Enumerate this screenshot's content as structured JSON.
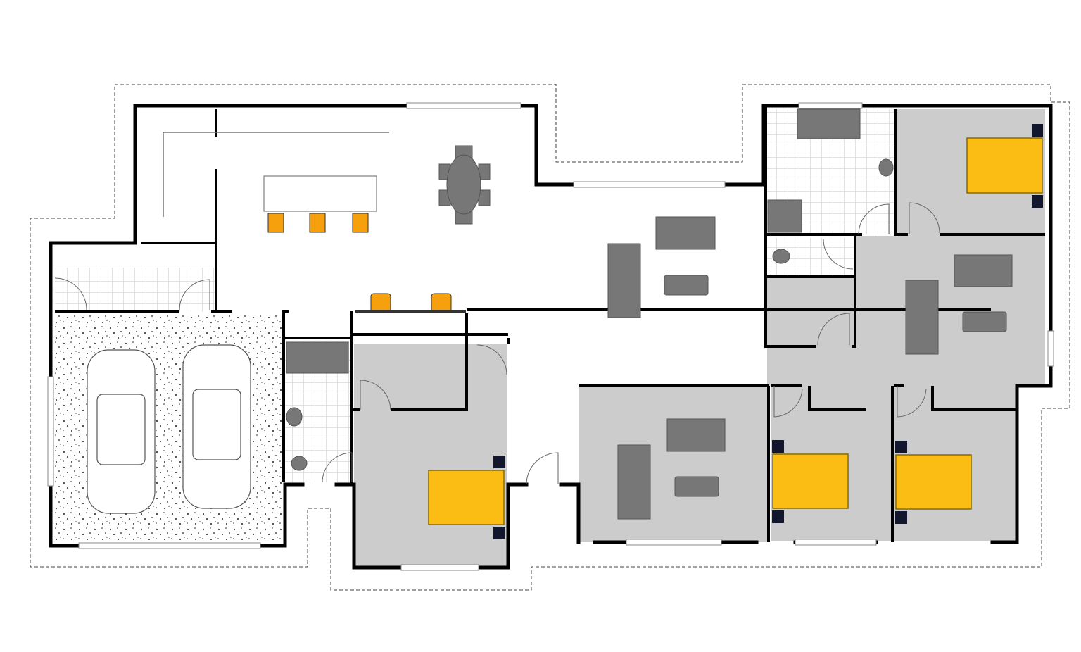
{
  "plan": {
    "colors": {
      "room_fill": "#cccccc",
      "wall": "#000000",
      "bed": "#fbbd13",
      "chair": "#f5a00c",
      "sofa": "#777777",
      "nightstand": "#12172e",
      "tile_line": "#d0d0d0"
    },
    "fixtures": [
      "bathtub",
      "basin",
      "shower",
      "toilet",
      "island-bench",
      "dining-table",
      "bar-stools",
      "double-beds",
      "sofas",
      "coffee-tables",
      "cars"
    ]
  }
}
